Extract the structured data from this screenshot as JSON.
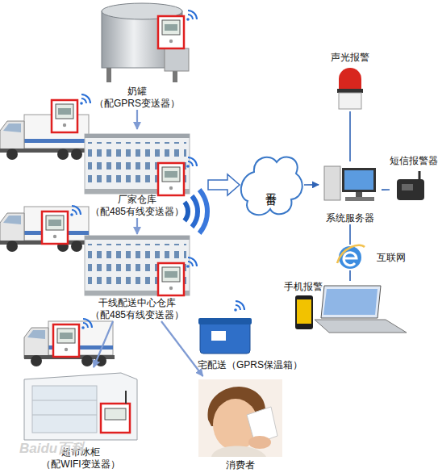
{
  "diagram": {
    "nodes": [
      {
        "text": [
          "奶罐",
          "（配GPRS变送器）"
        ]
      },
      {
        "text": [
          "厂家仓库",
          "（配485有线变送器）"
        ]
      },
      {
        "text": [
          "干线配送中心仓库",
          "（配485有线变送器）"
        ]
      },
      {
        "text": [
          "宅配送（GPRS保温箱）"
        ]
      },
      {
        "text": [
          "超市冰柜",
          "（配WIFI变送器）"
        ]
      },
      {
        "text": [
          "消费者"
        ]
      },
      {
        "text": [
          "云平台"
        ]
      },
      {
        "text": [
          "声光报警"
        ]
      },
      {
        "text": [
          "系统服务器"
        ]
      },
      {
        "text": [
          "短信报警器"
        ]
      },
      {
        "text": [
          "互联网"
        ]
      },
      {
        "text": [
          "手机报警"
        ]
      }
    ],
    "edges": [
      {
        "from": 0,
        "to": 1,
        "arrow": "to"
      },
      {
        "from": 1,
        "to": 2,
        "arrow": "to"
      },
      {
        "from": 2,
        "to": 4,
        "arrow": "to"
      },
      {
        "from": 2,
        "to": 5,
        "arrow": "to"
      },
      {
        "from": 6,
        "to": 8,
        "arrow": "to"
      },
      {
        "from": 8,
        "to": 7,
        "arrow": "none"
      },
      {
        "from": 8,
        "to": 9,
        "arrow": "none"
      },
      {
        "from": 8,
        "to": 10,
        "arrow": "none"
      },
      {
        "from": 10,
        "to": 11,
        "arrow": "none"
      }
    ],
    "labels": [
      "Baidu百科"
    ]
  }
}
